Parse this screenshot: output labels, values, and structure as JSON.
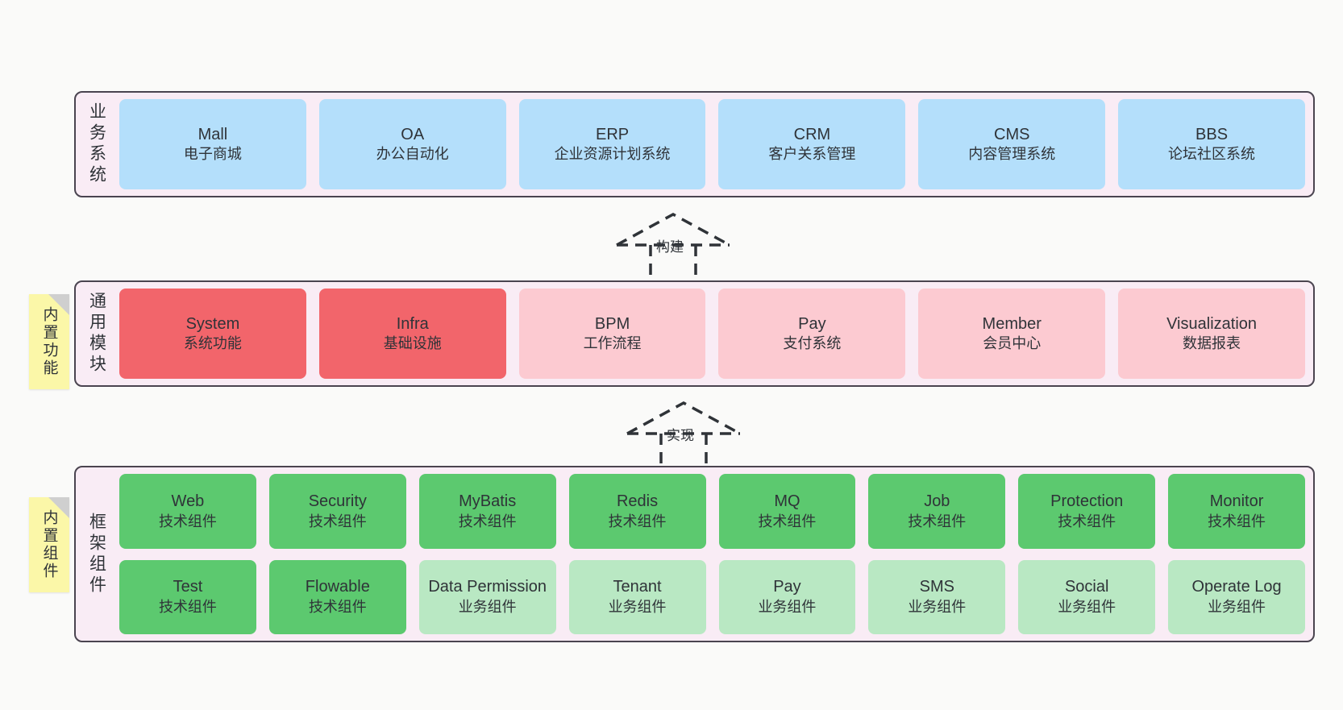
{
  "diagram": {
    "title": "系统架构分层图",
    "colors": {
      "canvas_bg": "#fafaf9",
      "layer_bg": "#f9ecf5",
      "layer_border": "#4a4450",
      "business_card": "#b4dffb",
      "module_core": "#f2656b",
      "module_optional": "#fccad1",
      "component_tech": "#5cc96f",
      "component_business": "#b9e8c3",
      "note_bg": "#fbf7a8",
      "note_fold": "#cfcfcf",
      "text": "#2f3338"
    }
  },
  "layers": [
    {
      "id": "business-system",
      "title": "业务系统",
      "rows": [
        {
          "cards": [
            {
              "name": "Mall",
              "desc": "电子商城",
              "color": "c-blue"
            },
            {
              "name": "OA",
              "desc": "办公自动化",
              "color": "c-blue"
            },
            {
              "name": "ERP",
              "desc": "企业资源计划系统",
              "color": "c-blue"
            },
            {
              "name": "CRM",
              "desc": "客户关系管理",
              "color": "c-blue"
            },
            {
              "name": "CMS",
              "desc": "内容管理系统",
              "color": "c-blue"
            },
            {
              "name": "BBS",
              "desc": "论坛社区系统",
              "color": "c-blue"
            }
          ]
        }
      ]
    },
    {
      "id": "common-module",
      "title": "通用模块",
      "note": "内置功能",
      "rows": [
        {
          "cards": [
            {
              "name": "System",
              "desc": "系统功能",
              "color": "c-red"
            },
            {
              "name": "Infra",
              "desc": "基础设施",
              "color": "c-red"
            },
            {
              "name": "BPM",
              "desc": "工作流程",
              "color": "c-pink"
            },
            {
              "name": "Pay",
              "desc": "支付系统",
              "color": "c-pink"
            },
            {
              "name": "Member",
              "desc": "会员中心",
              "color": "c-pink"
            },
            {
              "name": "Visualization",
              "desc": "数据报表",
              "color": "c-pink"
            }
          ]
        }
      ]
    },
    {
      "id": "framework-component",
      "title": "框架组件",
      "note": "内置组件",
      "rows": [
        {
          "cards": [
            {
              "name": "Web",
              "desc": "技术组件",
              "color": "c-green"
            },
            {
              "name": "Security",
              "desc": "技术组件",
              "color": "c-green"
            },
            {
              "name": "MyBatis",
              "desc": "技术组件",
              "color": "c-green"
            },
            {
              "name": "Redis",
              "desc": "技术组件",
              "color": "c-green"
            },
            {
              "name": "MQ",
              "desc": "技术组件",
              "color": "c-green"
            },
            {
              "name": "Job",
              "desc": "技术组件",
              "color": "c-green"
            },
            {
              "name": "Protection",
              "desc": "技术组件",
              "color": "c-green"
            },
            {
              "name": "Monitor",
              "desc": "技术组件",
              "color": "c-green"
            }
          ]
        },
        {
          "cards": [
            {
              "name": "Test",
              "desc": "技术组件",
              "color": "c-green"
            },
            {
              "name": "Flowable",
              "desc": "技术组件",
              "color": "c-green"
            },
            {
              "name": "Data Permission",
              "desc": "业务组件",
              "color": "c-lightgreen"
            },
            {
              "name": "Tenant",
              "desc": "业务组件",
              "color": "c-lightgreen"
            },
            {
              "name": "Pay",
              "desc": "业务组件",
              "color": "c-lightgreen"
            },
            {
              "name": "SMS",
              "desc": "业务组件",
              "color": "c-lightgreen"
            },
            {
              "name": "Social",
              "desc": "业务组件",
              "color": "c-lightgreen"
            },
            {
              "name": "Operate Log",
              "desc": "业务组件",
              "color": "c-lightgreen"
            }
          ]
        }
      ]
    }
  ],
  "connectors": [
    {
      "id": "build",
      "label": "构建",
      "from": "common-module",
      "to": "business-system"
    },
    {
      "id": "implement",
      "label": "实现",
      "from": "framework-component",
      "to": "common-module"
    }
  ]
}
